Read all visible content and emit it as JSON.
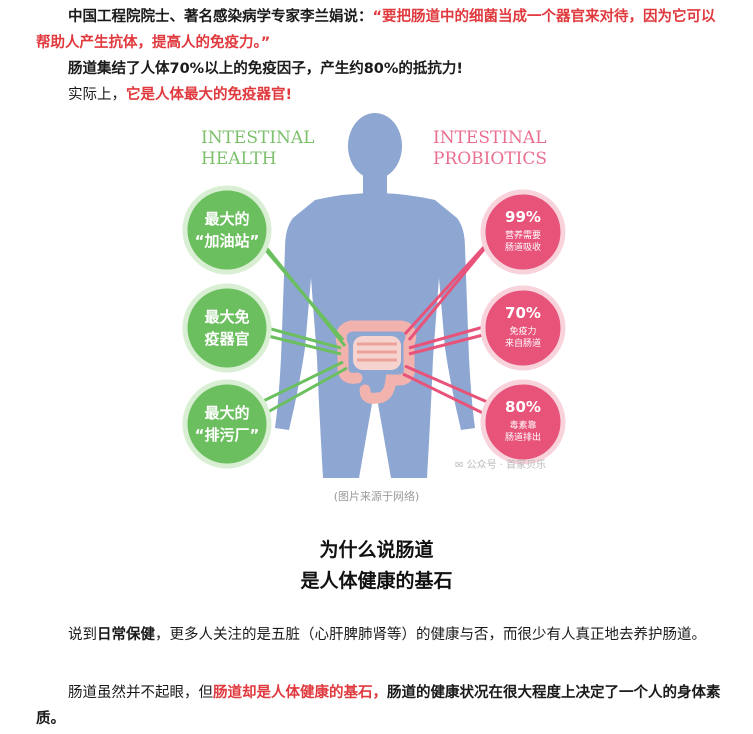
{
  "intro": {
    "line1_prefix": "中国工程院院士、著名感染病学专家李兰娟说：",
    "line1_quote": "“要把肠道中的细菌当成一个器官来对待，因为它可以帮助人产生抗体，提高人的免疫力。”",
    "line2": "肠道集结了人体70%以上的免疫因子，产生约80%的抵抗力!",
    "line3_prefix": "实际上，",
    "line3_red": "它是人体最大的免疫器官!"
  },
  "figure": {
    "left_title": [
      "INTESTINAL",
      "HEALTH"
    ],
    "right_title": [
      "INTESTINAL",
      "PROBIOTICS"
    ],
    "left_circles": [
      {
        "line1": "最大的",
        "line2": "“加油站”"
      },
      {
        "line1": "最大免",
        "line2": "疫器官"
      },
      {
        "line1": "最大的",
        "line2": "“排污厂”"
      }
    ],
    "right_circles": [
      {
        "pct": "99%",
        "line1": "营养需要",
        "line2": "肠道吸收"
      },
      {
        "pct": "70%",
        "line1": "免疫力",
        "line2": "来自肠道"
      },
      {
        "pct": "80%",
        "line1": "毒素靠",
        "line2": "肠道排出"
      }
    ],
    "watermark": "公众号 · 首家贝乐",
    "colors": {
      "green": "#6cbf5f",
      "pink": "#e8537a",
      "body": "#8da6d2",
      "green_title": "#7cc06c",
      "pink_title": "#ea6f8f"
    }
  },
  "caption": "(图片来源于网络)",
  "heading": {
    "line1": "为什么说肠道",
    "line2": "是人体健康的基石"
  },
  "para1": {
    "prefix": "说到",
    "bold": "日常保健",
    "rest": "，更多人关注的是五脏（心肝脾肺肾等）的健康与否，而很少有人真正地去养护肠道。"
  },
  "para2": {
    "prefix": "肠道虽然并不起眼，但",
    "red": "肠道却是人体健康的基石，",
    "bold": "肠道的健康状况在很大程度上决定了一个人的身体素质。"
  }
}
